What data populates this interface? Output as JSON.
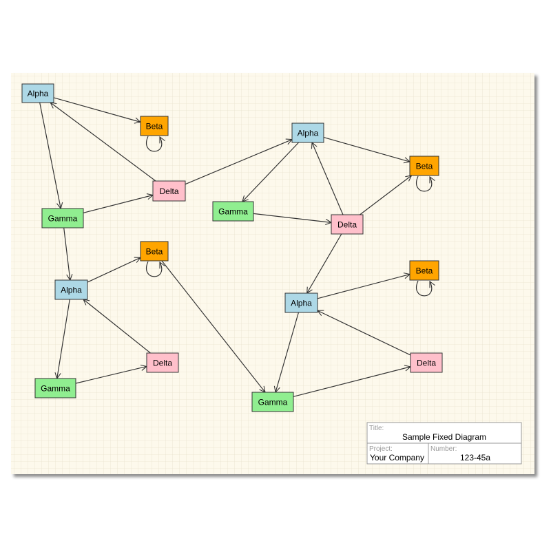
{
  "diagram": {
    "title_block": {
      "title_label": "Title:",
      "title_value": "Sample Fixed Diagram",
      "project_label": "Project:",
      "project_value": "Your Company",
      "number_label": "Number:",
      "number_value": "123-45a"
    },
    "colors": {
      "paper": "#fdf9ec",
      "grid": "#e9e3cf",
      "alpha": "#add8e6",
      "beta": "#ffa500",
      "gamma": "#90ee90",
      "delta": "#ffc0cb",
      "edge": "#333333"
    },
    "nodes": [
      {
        "id": "a1",
        "label": "Alpha",
        "kind": "alpha"
      },
      {
        "id": "b1",
        "label": "Beta",
        "kind": "beta"
      },
      {
        "id": "g1",
        "label": "Gamma",
        "kind": "gamma"
      },
      {
        "id": "d1",
        "label": "Delta",
        "kind": "delta"
      },
      {
        "id": "a2",
        "label": "Alpha",
        "kind": "alpha"
      },
      {
        "id": "b2",
        "label": "Beta",
        "kind": "beta"
      },
      {
        "id": "g2",
        "label": "Gamma",
        "kind": "gamma"
      },
      {
        "id": "d2",
        "label": "Delta",
        "kind": "delta"
      },
      {
        "id": "a3",
        "label": "Alpha",
        "kind": "alpha"
      },
      {
        "id": "b3",
        "label": "Beta",
        "kind": "beta"
      },
      {
        "id": "g3",
        "label": "Gamma",
        "kind": "gamma"
      },
      {
        "id": "d3",
        "label": "Delta",
        "kind": "delta"
      },
      {
        "id": "a4",
        "label": "Alpha",
        "kind": "alpha"
      },
      {
        "id": "b4",
        "label": "Beta",
        "kind": "beta"
      },
      {
        "id": "g4",
        "label": "Gamma",
        "kind": "gamma"
      },
      {
        "id": "d4",
        "label": "Delta",
        "kind": "delta"
      }
    ],
    "edges": [
      {
        "from": "a1",
        "to": "b1"
      },
      {
        "from": "a1",
        "to": "g1"
      },
      {
        "from": "b1",
        "to": "b1"
      },
      {
        "from": "g1",
        "to": "d1"
      },
      {
        "from": "d1",
        "to": "a1"
      },
      {
        "from": "d1",
        "to": "a2"
      },
      {
        "from": "g1",
        "to": "a3"
      },
      {
        "from": "a2",
        "to": "b2"
      },
      {
        "from": "a2",
        "to": "g2"
      },
      {
        "from": "b2",
        "to": "b2"
      },
      {
        "from": "g2",
        "to": "d2"
      },
      {
        "from": "d2",
        "to": "a2"
      },
      {
        "from": "d2",
        "to": "b2"
      },
      {
        "from": "d2",
        "to": "a4"
      },
      {
        "from": "a3",
        "to": "b3"
      },
      {
        "from": "a3",
        "to": "g3"
      },
      {
        "from": "b3",
        "to": "b3"
      },
      {
        "from": "g3",
        "to": "d3"
      },
      {
        "from": "d3",
        "to": "a3"
      },
      {
        "from": "b3",
        "to": "g4"
      },
      {
        "from": "a4",
        "to": "b4"
      },
      {
        "from": "a4",
        "to": "g4"
      },
      {
        "from": "b4",
        "to": "b4"
      },
      {
        "from": "g4",
        "to": "d4"
      },
      {
        "from": "d4",
        "to": "a4"
      }
    ]
  }
}
